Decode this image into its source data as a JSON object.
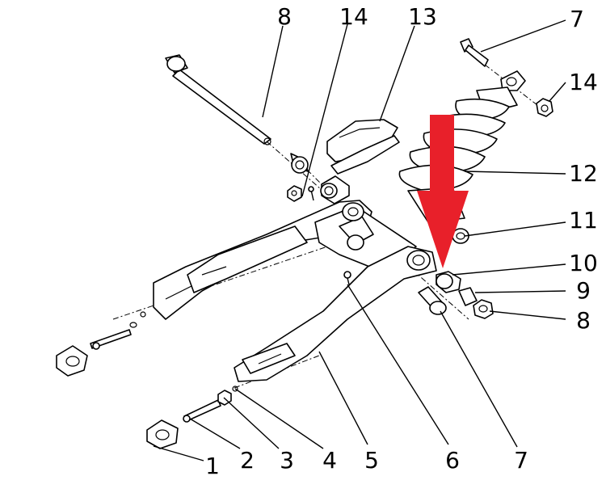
{
  "diagram": {
    "callouts": [
      {
        "id": "c-8-top",
        "text": "8"
      },
      {
        "id": "c-14-top",
        "text": "14"
      },
      {
        "id": "c-13",
        "text": "13"
      },
      {
        "id": "c-7-top",
        "text": "7"
      },
      {
        "id": "c-14-right",
        "text": "14"
      },
      {
        "id": "c-12",
        "text": "12"
      },
      {
        "id": "c-11",
        "text": "11"
      },
      {
        "id": "c-10",
        "text": "10"
      },
      {
        "id": "c-9",
        "text": "9"
      },
      {
        "id": "c-8-right",
        "text": "8"
      },
      {
        "id": "c-1",
        "text": "1"
      },
      {
        "id": "c-2",
        "text": "2"
      },
      {
        "id": "c-3",
        "text": "3"
      },
      {
        "id": "c-4",
        "text": "4"
      },
      {
        "id": "c-5",
        "text": "5"
      },
      {
        "id": "c-6",
        "text": "6"
      },
      {
        "id": "c-7-bottom",
        "text": "7"
      }
    ],
    "colors": {
      "line": "#000000",
      "arrow": "#e8202a",
      "background": "#ffffff"
    }
  }
}
